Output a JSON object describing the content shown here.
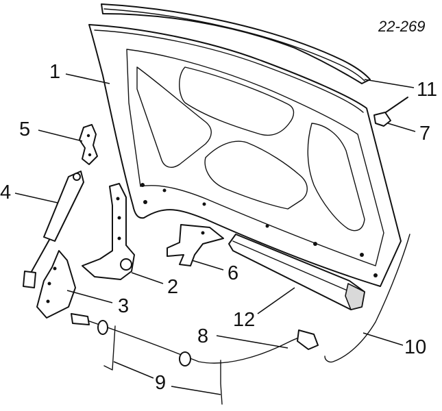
{
  "reference_code": "22-269",
  "callouts": {
    "c1": "1",
    "c2": "2",
    "c3": "3",
    "c4": "4",
    "c5": "5",
    "c6": "6",
    "c7": "7",
    "c8": "8",
    "c9": "9",
    "c10": "10",
    "c11": "11",
    "c12": "12"
  }
}
